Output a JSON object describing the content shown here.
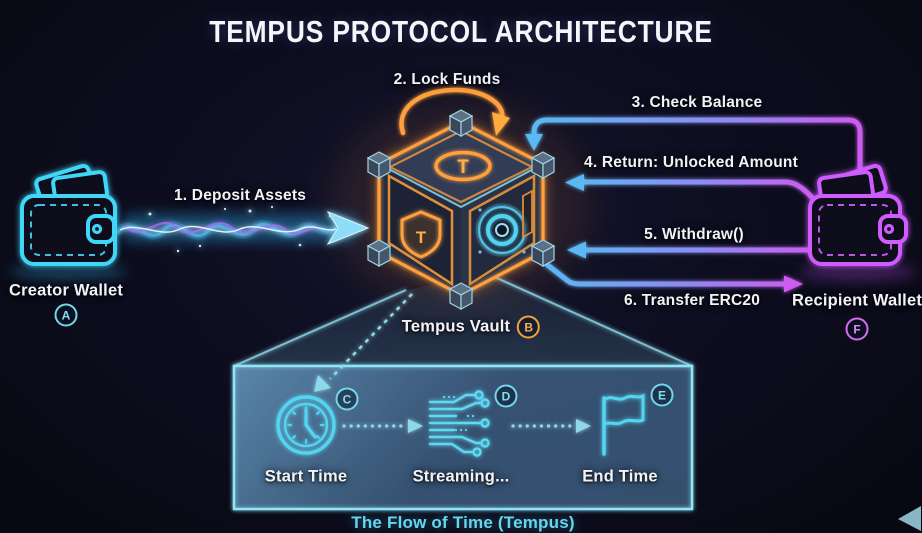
{
  "title": "TEMPUS PROTOCOL ARCHITECTURE",
  "colors": {
    "background": "#0d0d20",
    "cyan_neon": "#3fd6f7",
    "orange_neon": "#ff9f3d",
    "magenta_neon": "#cf5cff",
    "arrow_blue": "#5ab8f2",
    "arrow_magenta": "#cf5af0",
    "text": "#f2f3f6",
    "caption_cyan": "#63d7ef"
  },
  "nodes": {
    "creator_wallet": {
      "label": "Creator Wallet",
      "badge": "A",
      "icon": "wallet-icon"
    },
    "tempus_vault": {
      "label": "Tempus Vault",
      "badge": "B",
      "top_mark": "T",
      "shield_mark": "T",
      "icon": "vault-cube-icon"
    },
    "recipient_wallet": {
      "label": "Recipient Wallet",
      "badge": "F",
      "icon": "wallet-icon"
    }
  },
  "flows": [
    {
      "label": "1. Deposit Assets"
    },
    {
      "label": "2. Lock Funds"
    },
    {
      "label": "3. Check Balance"
    },
    {
      "label": "4. Return: Unlocked Amount"
    },
    {
      "label": "5. Withdraw()"
    },
    {
      "label": "6. Transfer ERC20"
    }
  ],
  "timeline": {
    "caption": "The Flow of Time (Tempus)",
    "steps": [
      {
        "label": "Start Time",
        "badge": "C",
        "icon": "clock-icon"
      },
      {
        "label": "Streaming...",
        "badge": "D",
        "icon": "circuit-icon"
      },
      {
        "label": "End Time",
        "badge": "E",
        "icon": "flag-icon"
      }
    ]
  }
}
